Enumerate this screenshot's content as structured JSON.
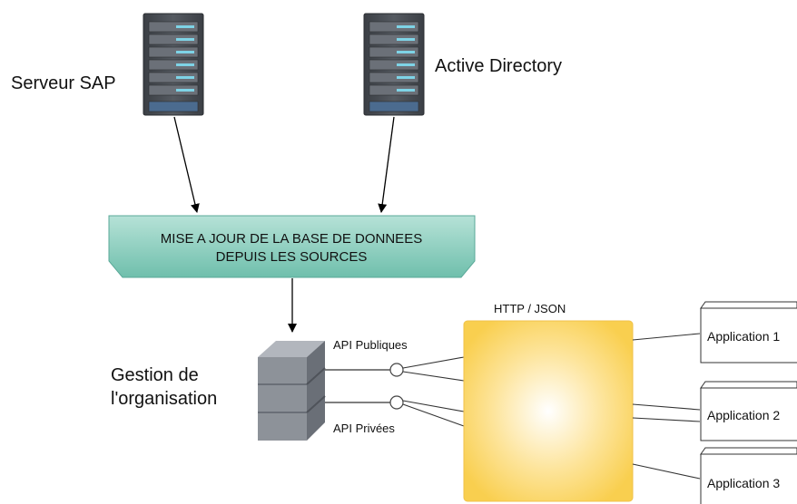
{
  "nodes": {
    "sap_server": {
      "label": "Serveur SAP",
      "icon": "server-rack-icon"
    },
    "active_directory": {
      "label": "Active Directory",
      "icon": "server-rack-icon"
    },
    "db_update": {
      "line1": "MISE A JOUR DE LA BASE DE DONNEES",
      "line2": "DEPUIS LES SOURCES",
      "color": "#7fc7b6"
    },
    "org_management": {
      "line1": "Gestion de",
      "line2": "l'organisation",
      "icon": "server-stack-icon"
    },
    "api_public": {
      "label": "API Publiques"
    },
    "api_private": {
      "label": "API Privées"
    },
    "http_json": {
      "label": "HTTP / JSON",
      "color": "#fcd965"
    },
    "applications": [
      {
        "label": "Application 1"
      },
      {
        "label": "Application 2"
      },
      {
        "label": "Application 3"
      }
    ]
  }
}
